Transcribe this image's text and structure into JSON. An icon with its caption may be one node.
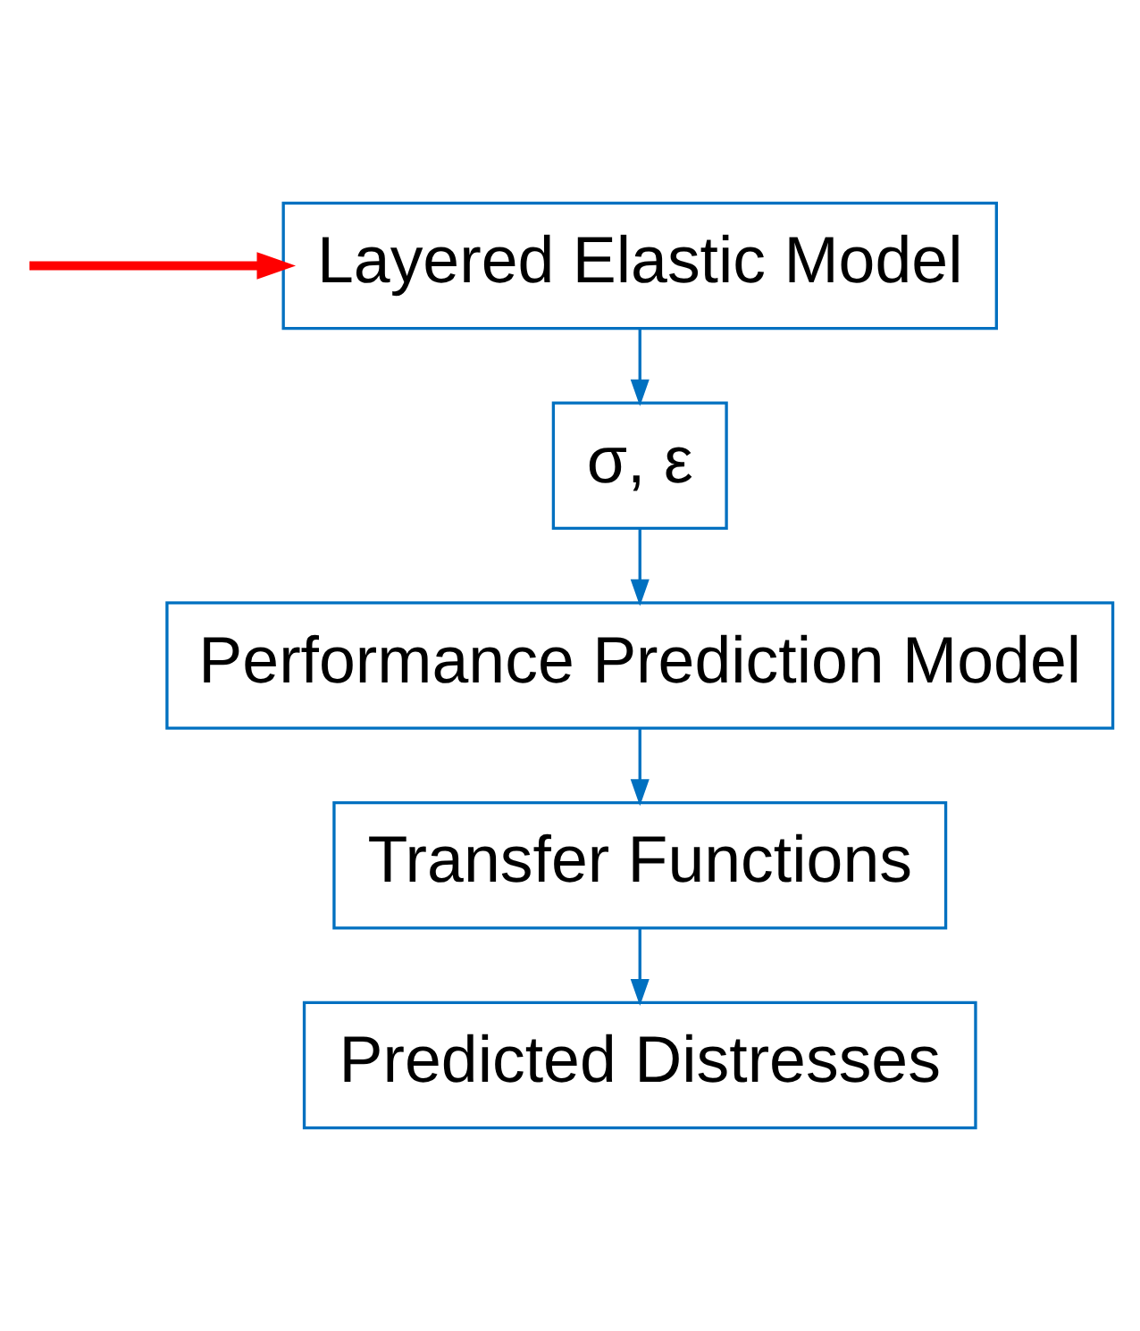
{
  "diagram": {
    "nodes": [
      {
        "text": [
          "Layered Elastic Model"
        ]
      },
      {
        "text": [
          "σ, ε"
        ]
      },
      {
        "text": [
          "Performance Prediction Model"
        ]
      },
      {
        "text": [
          "Transfer Functions"
        ]
      },
      {
        "text": [
          "Predicted Distresses"
        ]
      }
    ],
    "edges": [
      {
        "from": 0,
        "to": 1,
        "arrow": "to"
      },
      {
        "from": 1,
        "to": 2,
        "arrow": "to"
      },
      {
        "from": 2,
        "to": 3,
        "arrow": "to"
      },
      {
        "from": 3,
        "to": 4,
        "arrow": "to"
      },
      {
        "from": null,
        "to": 0,
        "arrow": "to",
        "style": "thick",
        "color": "#ff0000"
      }
    ]
  }
}
